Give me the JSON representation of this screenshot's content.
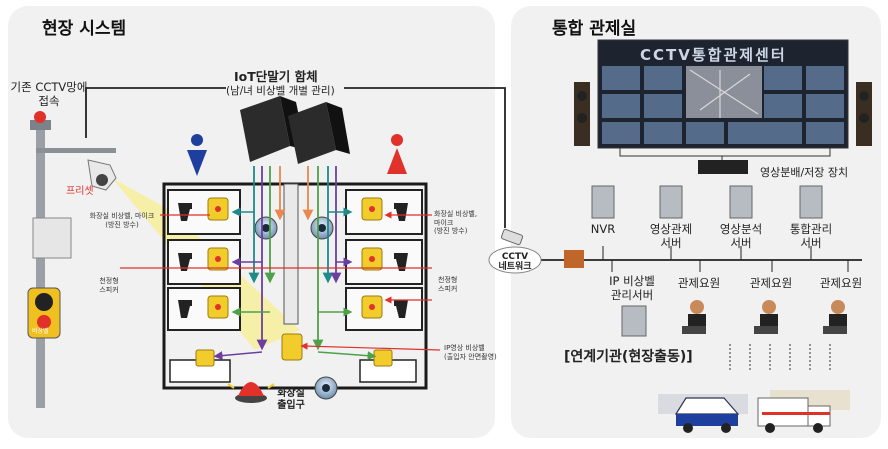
{
  "site": {
    "title": "현장 시스템",
    "cctv_note": [
      "기존 CCTV망에",
      "접속"
    ],
    "preset": "프리셋",
    "iot_title": "IoT단말기 함체",
    "iot_sub": "(남/녀 비상벨 개별 관리)",
    "left_mic": [
      "화장실 비상벨, 마이크",
      "(방진 방수)"
    ],
    "left_speaker": [
      "천정형",
      "스피커"
    ],
    "right_mic": [
      "화장실 비상벨,",
      "마이크",
      "(방진 방수)"
    ],
    "right_speaker": [
      "천정형",
      "스피커"
    ],
    "ip_cam": [
      "IP영상 비상벨",
      "(출입자 안면촬영)"
    ],
    "entrance": [
      "화장실",
      "출입구"
    ],
    "cctv_network": [
      "CCTV",
      "네트워크"
    ],
    "pole_sign": "비상벨"
  },
  "control": {
    "title": "통합 관제실",
    "video_wall_text": "CCTV통합관제센터",
    "distributor": "영상분배/저장 장치",
    "servers": [
      "NVR",
      "영상관제\n서버",
      "영상분석\n서버",
      "통합관리\n서버"
    ],
    "ip_bell_server": "IP 비상벨\n관리서버",
    "operators": [
      "관제요원",
      "관제요원",
      "관제요원"
    ],
    "linked": "[연계기관(현장출동)]"
  },
  "colors": {
    "male": "#1f3f9e",
    "female": "#e0312b",
    "teal": "#1f8a88",
    "orange": "#e8884e",
    "green": "#4ea14a",
    "purple": "#6a3fa0"
  }
}
